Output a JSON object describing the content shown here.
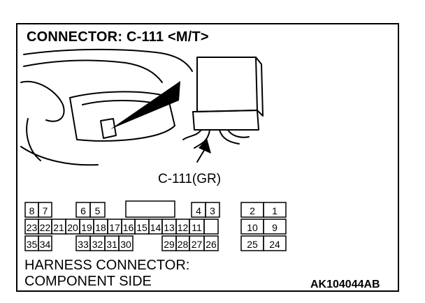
{
  "title": "CONNECTOR: C-111 <M/T>",
  "callout_label": "C-111(GR)",
  "footer": {
    "line1": "HARNESS CONNECTOR:",
    "line2": "COMPONENT SIDE"
  },
  "image_code": "AK104044AB",
  "connector": {
    "row1": [
      "8",
      "7",
      "6",
      "5",
      "4",
      "3",
      "2",
      "1"
    ],
    "row2": [
      "23",
      "22",
      "21",
      "20",
      "19",
      "18",
      "17",
      "16",
      "15",
      "14",
      "13",
      "12",
      "11",
      "10",
      "9"
    ],
    "row3": [
      "35",
      "34",
      "33",
      "32",
      "31",
      "30",
      "29",
      "28",
      "27",
      "26",
      "25",
      "24"
    ]
  }
}
